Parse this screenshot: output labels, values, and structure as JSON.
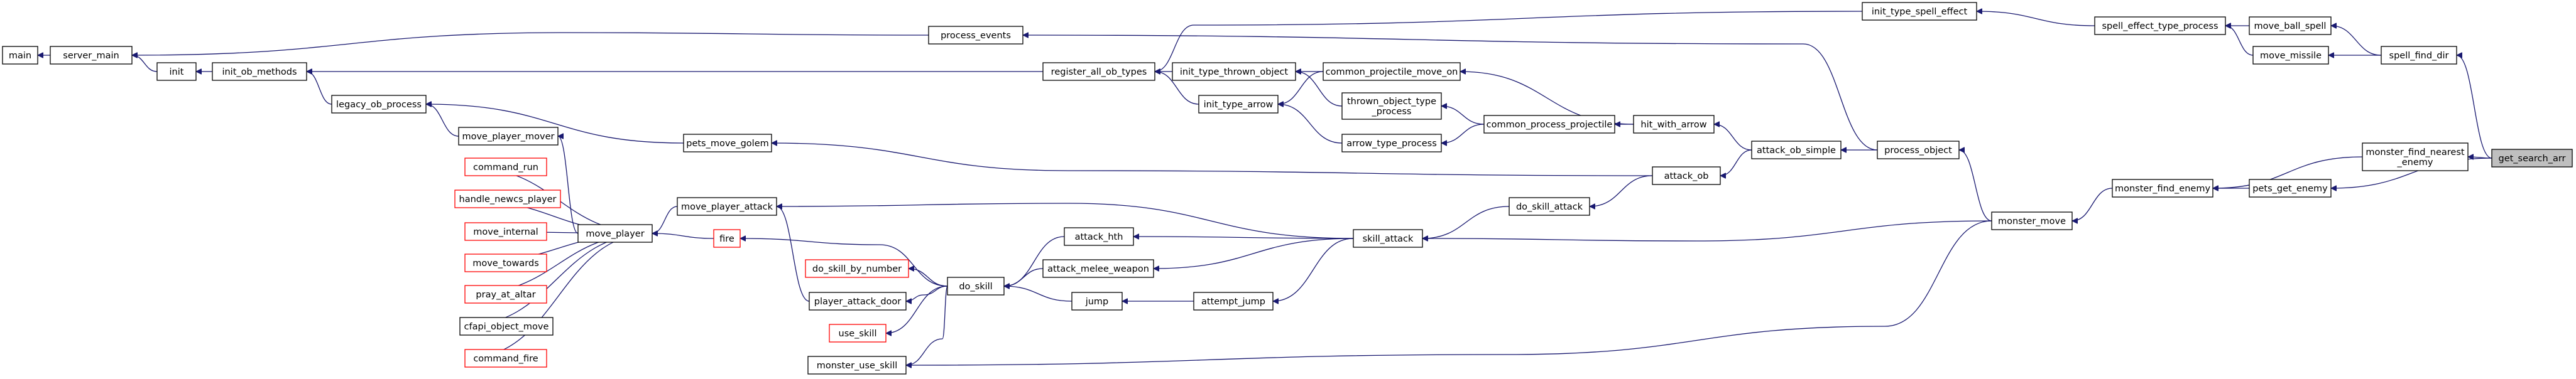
{
  "diagram": {
    "type": "call-graph",
    "nodes": [
      {
        "id": "main",
        "label": [
          "main"
        ],
        "outline": "black"
      },
      {
        "id": "server_main",
        "label": [
          "server_main"
        ],
        "outline": "black"
      },
      {
        "id": "init",
        "label": [
          "init"
        ],
        "outline": "black"
      },
      {
        "id": "init_ob_methods",
        "label": [
          "init_ob_methods"
        ],
        "outline": "black"
      },
      {
        "id": "legacy_ob_process",
        "label": [
          "legacy_ob_process"
        ],
        "outline": "black"
      },
      {
        "id": "move_player_mover",
        "label": [
          "move_player_mover"
        ],
        "outline": "black"
      },
      {
        "id": "command_run",
        "label": [
          "command_run"
        ],
        "outline": "red"
      },
      {
        "id": "handle_newcs_player",
        "label": [
          "handle_newcs_player"
        ],
        "outline": "red"
      },
      {
        "id": "move_internal",
        "label": [
          "move_internal"
        ],
        "outline": "red"
      },
      {
        "id": "move_towards",
        "label": [
          "move_towards"
        ],
        "outline": "red"
      },
      {
        "id": "pray_at_altar",
        "label": [
          "pray_at_altar"
        ],
        "outline": "red"
      },
      {
        "id": "cfapi_object_move",
        "label": [
          "cfapi_object_move"
        ],
        "outline": "black"
      },
      {
        "id": "command_fire",
        "label": [
          "command_fire"
        ],
        "outline": "red"
      },
      {
        "id": "move_player",
        "label": [
          "move_player"
        ],
        "outline": "black"
      },
      {
        "id": "move_player_attack",
        "label": [
          "move_player_attack"
        ],
        "outline": "black"
      },
      {
        "id": "fire",
        "label": [
          "fire"
        ],
        "outline": "red"
      },
      {
        "id": "pets_move_golem",
        "label": [
          "pets_move_golem"
        ],
        "outline": "black"
      },
      {
        "id": "do_skill_by_number",
        "label": [
          "do_skill_by_number"
        ],
        "outline": "red"
      },
      {
        "id": "player_attack_door",
        "label": [
          "player_attack_door"
        ],
        "outline": "black"
      },
      {
        "id": "use_skill",
        "label": [
          "use_skill"
        ],
        "outline": "red"
      },
      {
        "id": "monster_use_skill",
        "label": [
          "monster_use_skill"
        ],
        "outline": "black"
      },
      {
        "id": "do_skill",
        "label": [
          "do_skill"
        ],
        "outline": "black"
      },
      {
        "id": "process_events",
        "label": [
          "process_events"
        ],
        "outline": "black"
      },
      {
        "id": "register_all_ob_types",
        "label": [
          "register_all_ob_types"
        ],
        "outline": "black"
      },
      {
        "id": "attack_hth",
        "label": [
          "attack_hth"
        ],
        "outline": "black"
      },
      {
        "id": "attack_melee_weapon",
        "label": [
          "attack_melee_weapon"
        ],
        "outline": "black"
      },
      {
        "id": "jump",
        "label": [
          "jump"
        ],
        "outline": "black"
      },
      {
        "id": "init_type_thrown_object",
        "label": [
          "init_type_thrown_object"
        ],
        "outline": "black"
      },
      {
        "id": "init_type_arrow",
        "label": [
          "init_type_arrow"
        ],
        "outline": "black"
      },
      {
        "id": "attempt_jump",
        "label": [
          "attempt_jump"
        ],
        "outline": "black"
      },
      {
        "id": "common_projectile_move_on",
        "label": [
          "common_projectile_move_on"
        ],
        "outline": "black"
      },
      {
        "id": "thrown_object_type_process",
        "label": [
          "thrown_object_type",
          "_process"
        ],
        "outline": "black"
      },
      {
        "id": "arrow_type_process",
        "label": [
          "arrow_type_process"
        ],
        "outline": "black"
      },
      {
        "id": "skill_attack",
        "label": [
          "skill_attack"
        ],
        "outline": "black"
      },
      {
        "id": "do_skill_attack",
        "label": [
          "do_skill_attack"
        ],
        "outline": "black"
      },
      {
        "id": "common_process_projectile",
        "label": [
          "common_process_projectile"
        ],
        "outline": "black"
      },
      {
        "id": "hit_with_arrow",
        "label": [
          "hit_with_arrow"
        ],
        "outline": "black"
      },
      {
        "id": "attack_ob",
        "label": [
          "attack_ob"
        ],
        "outline": "black"
      },
      {
        "id": "attack_ob_simple",
        "label": [
          "attack_ob_simple"
        ],
        "outline": "black"
      },
      {
        "id": "init_type_spell_effect",
        "label": [
          "init_type_spell_effect"
        ],
        "outline": "black"
      },
      {
        "id": "process_object",
        "label": [
          "process_object"
        ],
        "outline": "black"
      },
      {
        "id": "monster_move",
        "label": [
          "monster_move"
        ],
        "outline": "black"
      },
      {
        "id": "spell_effect_type_process",
        "label": [
          "spell_effect_type_process"
        ],
        "outline": "black"
      },
      {
        "id": "monster_find_enemy",
        "label": [
          "monster_find_enemy"
        ],
        "outline": "black"
      },
      {
        "id": "move_ball_spell",
        "label": [
          "move_ball_spell"
        ],
        "outline": "black"
      },
      {
        "id": "move_missile",
        "label": [
          "move_missile"
        ],
        "outline": "black"
      },
      {
        "id": "pets_get_enemy",
        "label": [
          "pets_get_enemy"
        ],
        "outline": "black"
      },
      {
        "id": "monster_find_nearest_enemy",
        "label": [
          "monster_find_nearest",
          "_enemy"
        ],
        "outline": "black"
      },
      {
        "id": "spell_find_dir",
        "label": [
          "spell_find_dir"
        ],
        "outline": "black"
      },
      {
        "id": "get_search_arr",
        "label": [
          "get_search_arr"
        ],
        "outline": "black",
        "highlighted": true
      }
    ],
    "edges": [
      [
        "server_main",
        "main"
      ],
      [
        "init",
        "server_main"
      ],
      [
        "process_events",
        "server_main"
      ],
      [
        "init_ob_methods",
        "init"
      ],
      [
        "register_all_ob_types",
        "init_ob_methods"
      ],
      [
        "legacy_ob_process",
        "init_ob_methods"
      ],
      [
        "move_player_mover",
        "legacy_ob_process"
      ],
      [
        "pets_move_golem",
        "legacy_ob_process"
      ],
      [
        "move_player",
        "move_player_mover"
      ],
      [
        "command_run",
        "move_player"
      ],
      [
        "handle_newcs_player",
        "move_player"
      ],
      [
        "move_internal",
        "move_player"
      ],
      [
        "move_towards",
        "move_player"
      ],
      [
        "pray_at_altar",
        "move_player"
      ],
      [
        "cfapi_object_move",
        "move_player"
      ],
      [
        "command_fire",
        "move_player"
      ],
      [
        "move_player_attack",
        "move_player"
      ],
      [
        "fire",
        "move_player"
      ],
      [
        "player_attack_door",
        "move_player_attack"
      ],
      [
        "do_skill",
        "fire"
      ],
      [
        "do_skill",
        "player_attack_door"
      ],
      [
        "do_skill",
        "do_skill_by_number"
      ],
      [
        "do_skill",
        "use_skill"
      ],
      [
        "do_skill",
        "monster_use_skill"
      ],
      [
        "attack_hth",
        "do_skill"
      ],
      [
        "attack_melee_weapon",
        "do_skill"
      ],
      [
        "jump",
        "do_skill"
      ],
      [
        "attempt_jump",
        "jump"
      ],
      [
        "skill_attack",
        "attack_hth"
      ],
      [
        "skill_attack",
        "attack_melee_weapon"
      ],
      [
        "skill_attack",
        "attempt_jump"
      ],
      [
        "skill_attack",
        "move_player_attack"
      ],
      [
        "do_skill_attack",
        "skill_attack"
      ],
      [
        "monster_move",
        "skill_attack"
      ],
      [
        "attack_ob",
        "do_skill_attack"
      ],
      [
        "attack_ob",
        "pets_move_golem"
      ],
      [
        "attack_ob_simple",
        "attack_ob"
      ],
      [
        "attack_ob_simple",
        "hit_with_arrow"
      ],
      [
        "hit_with_arrow",
        "common_projectile_move_on"
      ],
      [
        "hit_with_arrow",
        "common_process_projectile"
      ],
      [
        "common_projectile_move_on",
        "init_type_thrown_object"
      ],
      [
        "common_projectile_move_on",
        "init_type_arrow"
      ],
      [
        "common_process_projectile",
        "thrown_object_type_process"
      ],
      [
        "common_process_projectile",
        "arrow_type_process"
      ],
      [
        "thrown_object_type_process",
        "init_type_thrown_object"
      ],
      [
        "arrow_type_process",
        "init_type_arrow"
      ],
      [
        "init_type_thrown_object",
        "register_all_ob_types"
      ],
      [
        "init_type_arrow",
        "register_all_ob_types"
      ],
      [
        "init_type_spell_effect",
        "register_all_ob_types"
      ],
      [
        "process_object",
        "attack_ob_simple"
      ],
      [
        "process_object",
        "process_events"
      ],
      [
        "monster_move",
        "process_object"
      ],
      [
        "monster_move",
        "monster_use_skill"
      ],
      [
        "spell_effect_type_process",
        "init_type_spell_effect"
      ],
      [
        "move_ball_spell",
        "spell_effect_type_process"
      ],
      [
        "move_missile",
        "spell_effect_type_process"
      ],
      [
        "monster_find_enemy",
        "monster_move"
      ],
      [
        "pets_get_enemy",
        "monster_find_enemy"
      ],
      [
        "monster_find_nearest_enemy",
        "monster_find_enemy"
      ],
      [
        "spell_find_dir",
        "move_ball_spell"
      ],
      [
        "spell_find_dir",
        "move_missile"
      ],
      [
        "get_search_arr",
        "spell_find_dir"
      ],
      [
        "get_search_arr",
        "monster_find_nearest_enemy"
      ],
      [
        "get_search_arr",
        "pets_get_enemy"
      ]
    ],
    "colors": {
      "edge": "#191970",
      "node_outline": "#000000",
      "node_outline_red": "#ff0000",
      "node_focus_fill": "#bfbfbf",
      "background": "#ffffff"
    }
  }
}
